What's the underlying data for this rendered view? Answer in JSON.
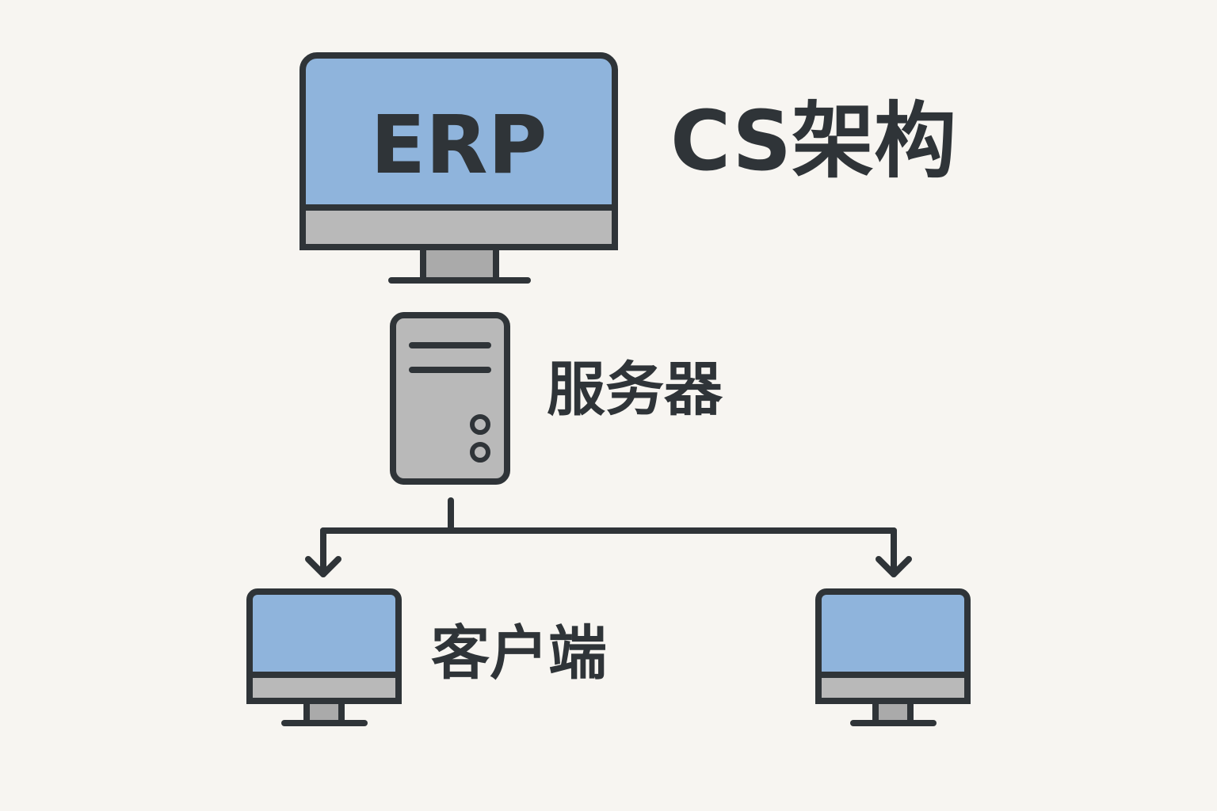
{
  "title": "CS架构",
  "main_screen_text": "ERP",
  "server": {
    "label": "服务器"
  },
  "client": {
    "label": "客户端"
  },
  "colors": {
    "background": "#f7f5f1",
    "outline": "#2f3438",
    "screen_blue": "#8fb4dc",
    "device_gray": "#b9b9b9",
    "stand_gray": "#aaaaaa"
  },
  "icons": {
    "erp_monitor": "monitor-icon",
    "server": "server-tower-icon",
    "client_left": "monitor-icon",
    "client_right": "monitor-icon",
    "arrows": "down-arrow-icon"
  }
}
